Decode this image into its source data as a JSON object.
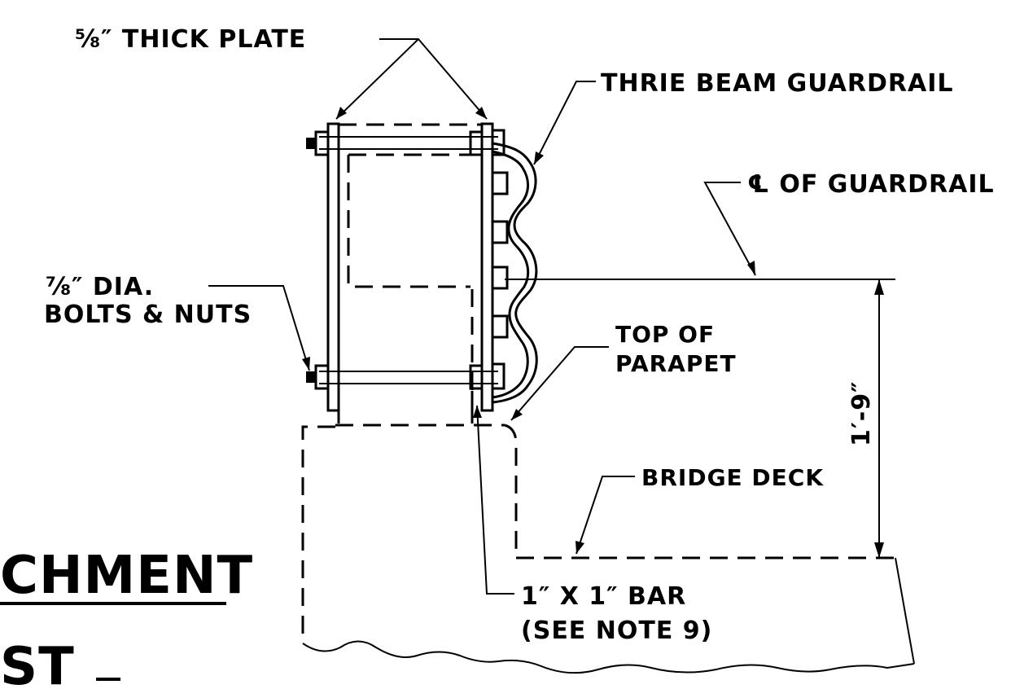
{
  "labels": {
    "thick_plate": "⅝″ THICK PLATE",
    "thrie_beam": "THRIE BEAM GUARDRAIL",
    "cl_guardrail": "℄ OF GUARDRAIL",
    "bolts_line1": "⅞″ DIA.",
    "bolts_line2": "BOLTS & NUTS",
    "top_parapet_line1": "TOP OF",
    "top_parapet_line2": "PARAPET",
    "dimension": "1′-9″",
    "bridge_deck": "BRIDGE DECK",
    "bar_line1": "1″ X 1″ BAR",
    "bar_line2": "(SEE NOTE 9)"
  },
  "title": {
    "line1": "CHMENT",
    "line2": "ST"
  }
}
